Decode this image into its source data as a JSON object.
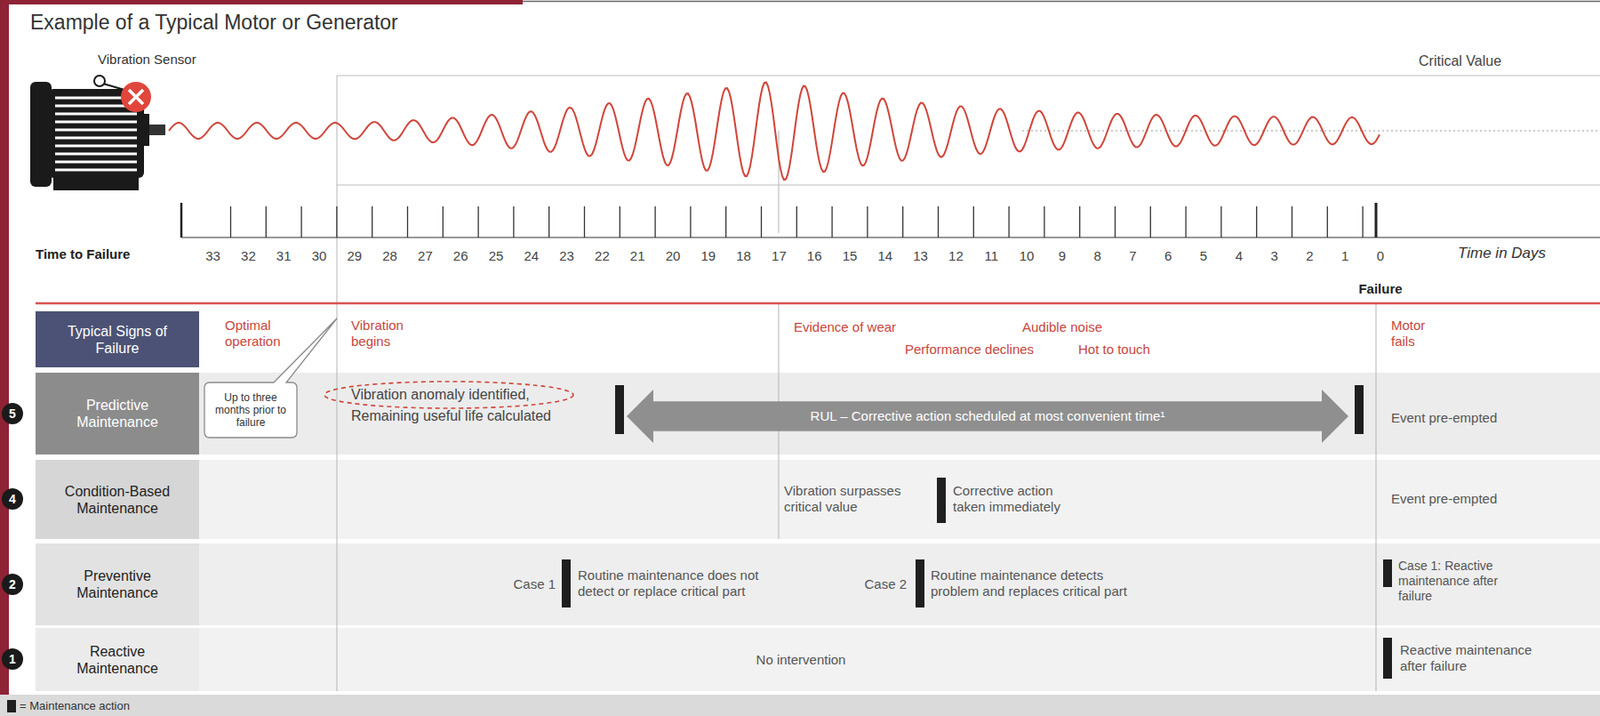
{
  "diagram": {
    "title": "Example of a Typical Motor or Generator",
    "nodes": [
      {
        "text": [
          "Typical Signs of Failure"
        ]
      },
      {
        "text": [
          "5"
        ]
      },
      {
        "text": [
          "Predictive Maintenance"
        ]
      },
      {
        "text": [
          "Up to three months prior to failure"
        ]
      },
      {
        "text": [
          "RUL – Corrective action scheduled at most convenient time¹"
        ]
      },
      {
        "text": [
          "4"
        ]
      },
      {
        "text": [
          "Condition-Based Maintenance"
        ]
      },
      {
        "text": [
          "2"
        ]
      },
      {
        "text": [
          "Preventive Maintenance"
        ]
      },
      {
        "text": [
          "1"
        ]
      },
      {
        "text": [
          "Reactive Maintenance"
        ]
      }
    ],
    "labels": [
      "Vibration Sensor",
      "Critical Value",
      "Time to Failure",
      "33",
      "32",
      "31",
      "30",
      "29",
      "28",
      "27",
      "26",
      "25",
      "24",
      "23",
      "22",
      "21",
      "20",
      "19",
      "18",
      "17",
      "16",
      "15",
      "14",
      "13",
      "12",
      "11",
      "10",
      "9",
      "8",
      "7",
      "6",
      "5",
      "4",
      "3",
      "2",
      "1",
      "0",
      "Time in Days",
      "Failure",
      "Optimal operation",
      "Vibration begins",
      "Evidence of wear",
      "Audible noise",
      "Performance declines",
      "Hot to touch",
      "Motor fails",
      "Vibration anomaly identified, Remaining useful life calculated",
      "Event pre-empted",
      "Vibration surpasses critical value",
      "Corrective action taken immediately",
      "Event pre-empted",
      "Case 1",
      "Routine maintenance does not detect or replace critical part",
      "Case 2",
      "Routine maintenance detects problem and replaces critical part",
      "Case 1: Reactive maintenance after failure",
      "No intervention",
      "Reactive maintenance after failure"
    ],
    "legend": [
      {
        "text": "= Maintenance action",
        "color": "#1f1f1f"
      }
    ]
  }
}
